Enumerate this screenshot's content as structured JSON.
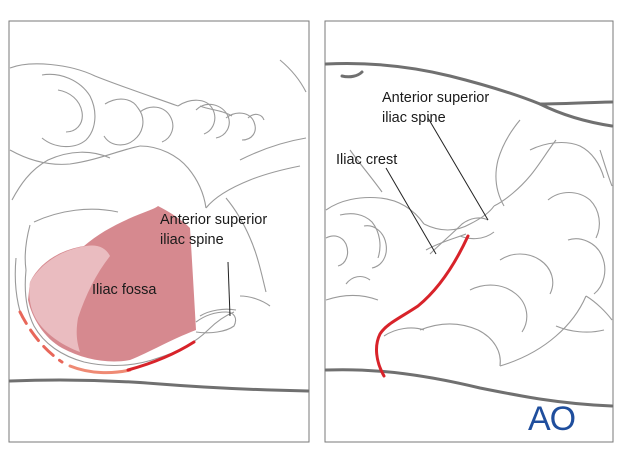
{
  "panels": {
    "left": {
      "labels": {
        "asis_line1": "Anterior superior",
        "asis_line2": "iliac spine",
        "fossa": "Iliac fossa"
      }
    },
    "right": {
      "labels": {
        "asis_line1": "Anterior superior",
        "asis_line2": "iliac spine",
        "crest": "Iliac crest"
      }
    }
  },
  "logo": {
    "text": "AO"
  },
  "colors": {
    "incision": "#d8232a",
    "incision_dashed": "#e8675a",
    "fossa_fill": "#c8616a",
    "fossa_light": "#e6b7ba",
    "outline": "#8a8a8a",
    "logo": "#1f4e9d"
  }
}
